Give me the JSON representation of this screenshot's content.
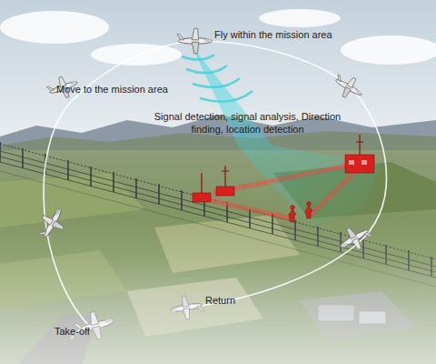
{
  "diagram": {
    "labels": [
      "Fly within the mission area",
      "Move to the mission area",
      "Signal detection, signal analysis, Direction finding, location detection",
      "Return",
      "Take-off"
    ]
  }
}
